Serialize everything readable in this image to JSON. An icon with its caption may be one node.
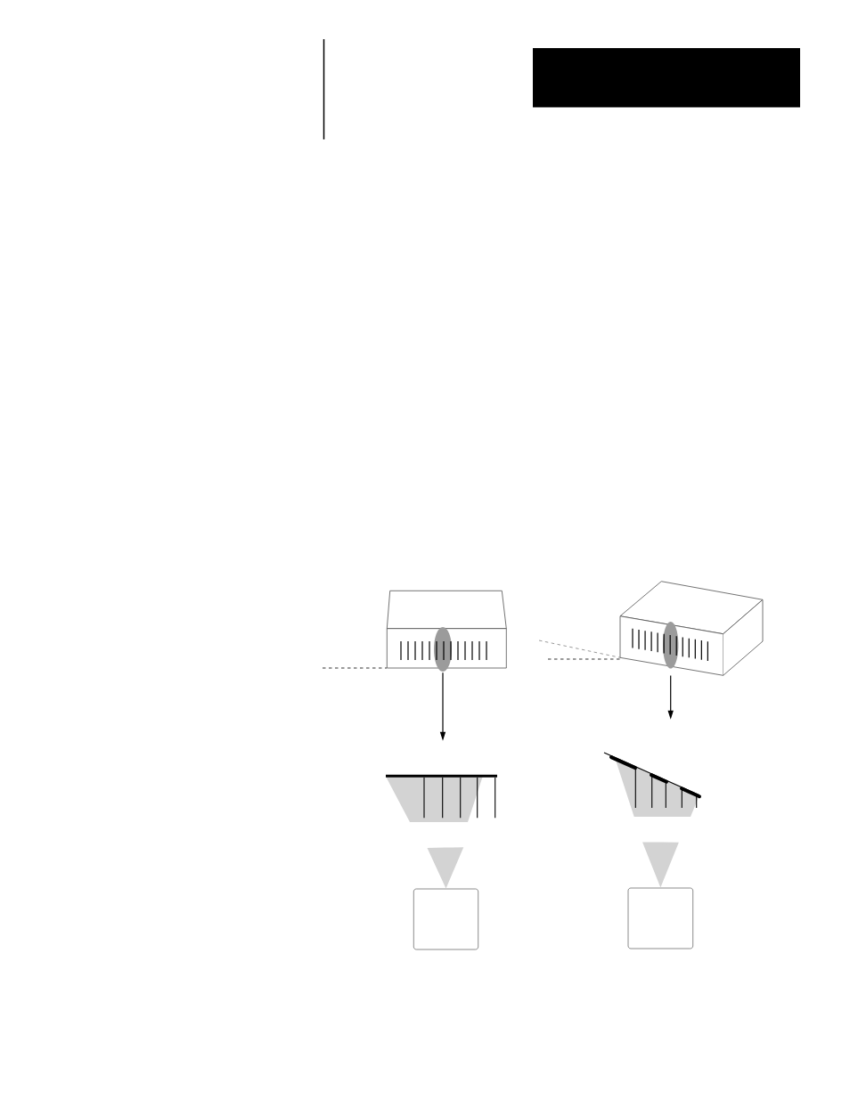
{
  "diagram": {
    "nodes": [
      {
        "text": [],
        "shape": "picture"
      },
      {
        "text": [],
        "shape": "picture"
      },
      {
        "text": [],
        "shape": "picture"
      },
      {
        "text": [],
        "shape": "picture"
      },
      {
        "text": [],
        "shape": "box"
      },
      {
        "text": [],
        "shape": "box"
      }
    ],
    "edges": [
      {
        "from": 0,
        "to": 2,
        "arrow": "to"
      },
      {
        "from": 1,
        "to": 3,
        "arrow": "to"
      },
      {
        "from": 2,
        "to": 4,
        "arrow": "to",
        "style": "thick",
        "color": "#d3d3d3"
      },
      {
        "from": 3,
        "to": 5,
        "arrow": "to",
        "style": "thick",
        "color": "#d3d3d3"
      }
    ]
  }
}
